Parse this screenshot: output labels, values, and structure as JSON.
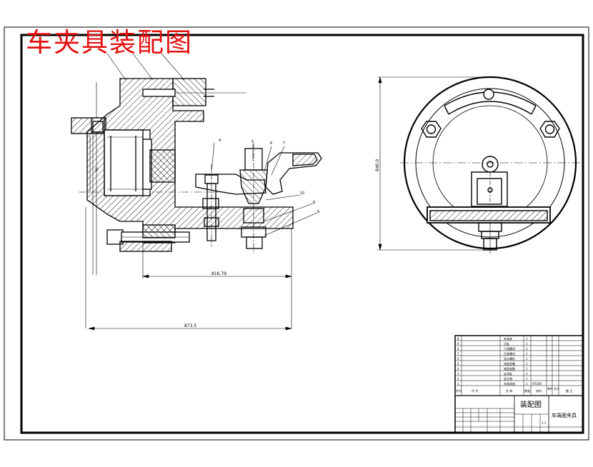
{
  "title": "车夹具装配图",
  "dimensions": {
    "vertical_left": "76",
    "horizontal_inner": "816.79",
    "horizontal_outer": "873.5",
    "vertical_right": "840.0"
  },
  "balloons": [
    "4",
    "5",
    "6",
    "7",
    "10",
    "8",
    "9"
  ],
  "title_block": {
    "drawing_name": "装配图",
    "part_name": "车端面夹具",
    "scale": "1:1",
    "col_seq": "序号",
    "col_code": "代 号",
    "col_name": "名 称",
    "col_qty": "数量",
    "col_material": "材料",
    "col_weight": "单件 总计",
    "col_note": "备 注",
    "material_row1": "HT200",
    "rows": [
      {
        "no": "8",
        "name": "夹具体",
        "qty": "1"
      },
      {
        "no": "9",
        "name": "压板",
        "qty": "1"
      },
      {
        "no": "4",
        "name": "六角螺母",
        "qty": "2"
      },
      {
        "no": "7",
        "name": "压紧螺母",
        "qty": "1"
      },
      {
        "no": "6",
        "name": "双头螺栓",
        "qty": "1"
      },
      {
        "no": "5",
        "name": "球面垫圈",
        "qty": "1"
      },
      {
        "no": "4",
        "name": "锥面垫圈",
        "qty": "1"
      },
      {
        "no": "3",
        "name": "支承板",
        "qty": "1"
      },
      {
        "no": "2",
        "name": "定位销",
        "qty": "1"
      },
      {
        "no": "1",
        "name": "夹具底座",
        "qty": "1"
      }
    ]
  }
}
